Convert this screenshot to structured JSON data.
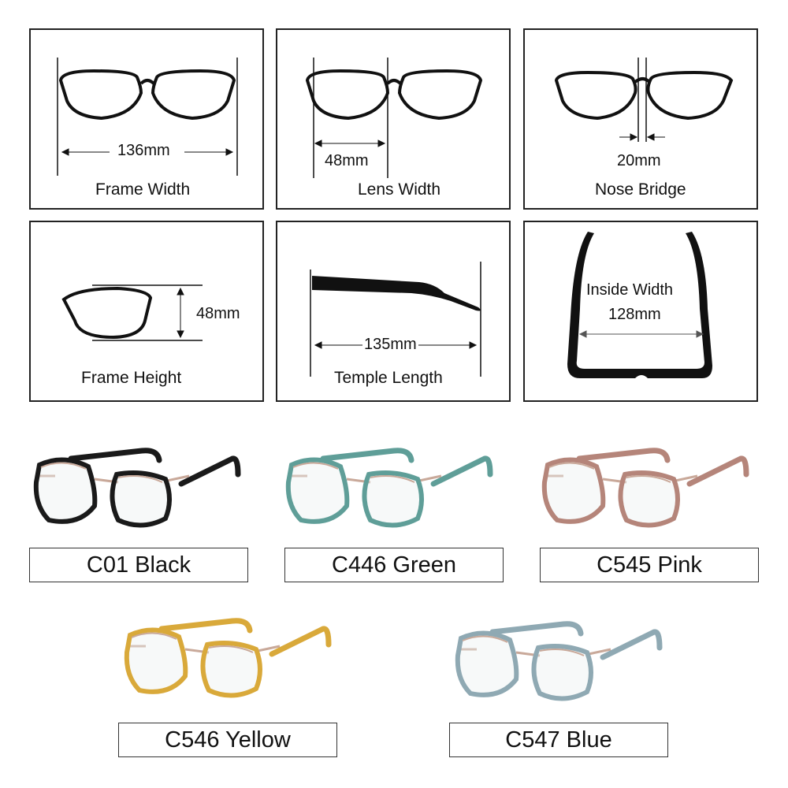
{
  "measurements": {
    "frame_width": {
      "label": "Frame Width",
      "value": "136mm"
    },
    "lens_width": {
      "label": "Lens Width",
      "value": "48mm"
    },
    "nose_bridge": {
      "label": "Nose Bridge",
      "value": "20mm"
    },
    "frame_height": {
      "label": "Frame Height",
      "value": "48mm"
    },
    "temple_length": {
      "label": "Temple Length",
      "value": "135mm"
    },
    "inside_width": {
      "label": "Inside Width",
      "value": "128mm"
    }
  },
  "colors": [
    {
      "label": "C01 Black",
      "frame": "#1a1a1a",
      "rim": "#c9a99a"
    },
    {
      "label": "C446 Green",
      "frame": "#5f9e98",
      "rim": "#c9a99a"
    },
    {
      "label": "C545 Pink",
      "frame": "#b5857a",
      "rim": "#c9a99a"
    },
    {
      "label": "C546 Yellow",
      "frame": "#d9a93a",
      "rim": "#c9a99a"
    },
    {
      "label": "C547 Blue",
      "frame": "#8fa9b3",
      "rim": "#c9a99a"
    }
  ]
}
